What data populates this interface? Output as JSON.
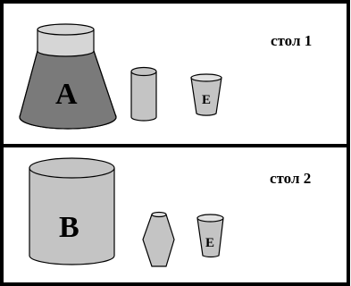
{
  "panels": [
    {
      "label": "стол 1",
      "objects": [
        {
          "letter": "A",
          "shape": "frustum-open-top"
        },
        {
          "letter": "",
          "shape": "cylinder"
        },
        {
          "letter": "E",
          "shape": "cup"
        }
      ]
    },
    {
      "label": "стол 2",
      "objects": [
        {
          "letter": "B",
          "shape": "cylinder"
        },
        {
          "letter": "",
          "shape": "hexagonal-vase"
        },
        {
          "letter": "E",
          "shape": "cup"
        }
      ]
    }
  ],
  "colors": {
    "dark_fill": "#7a7a7a",
    "mid_fill": "#c4c4c4",
    "light_fill": "#d6d6d6",
    "line": "#000000"
  }
}
